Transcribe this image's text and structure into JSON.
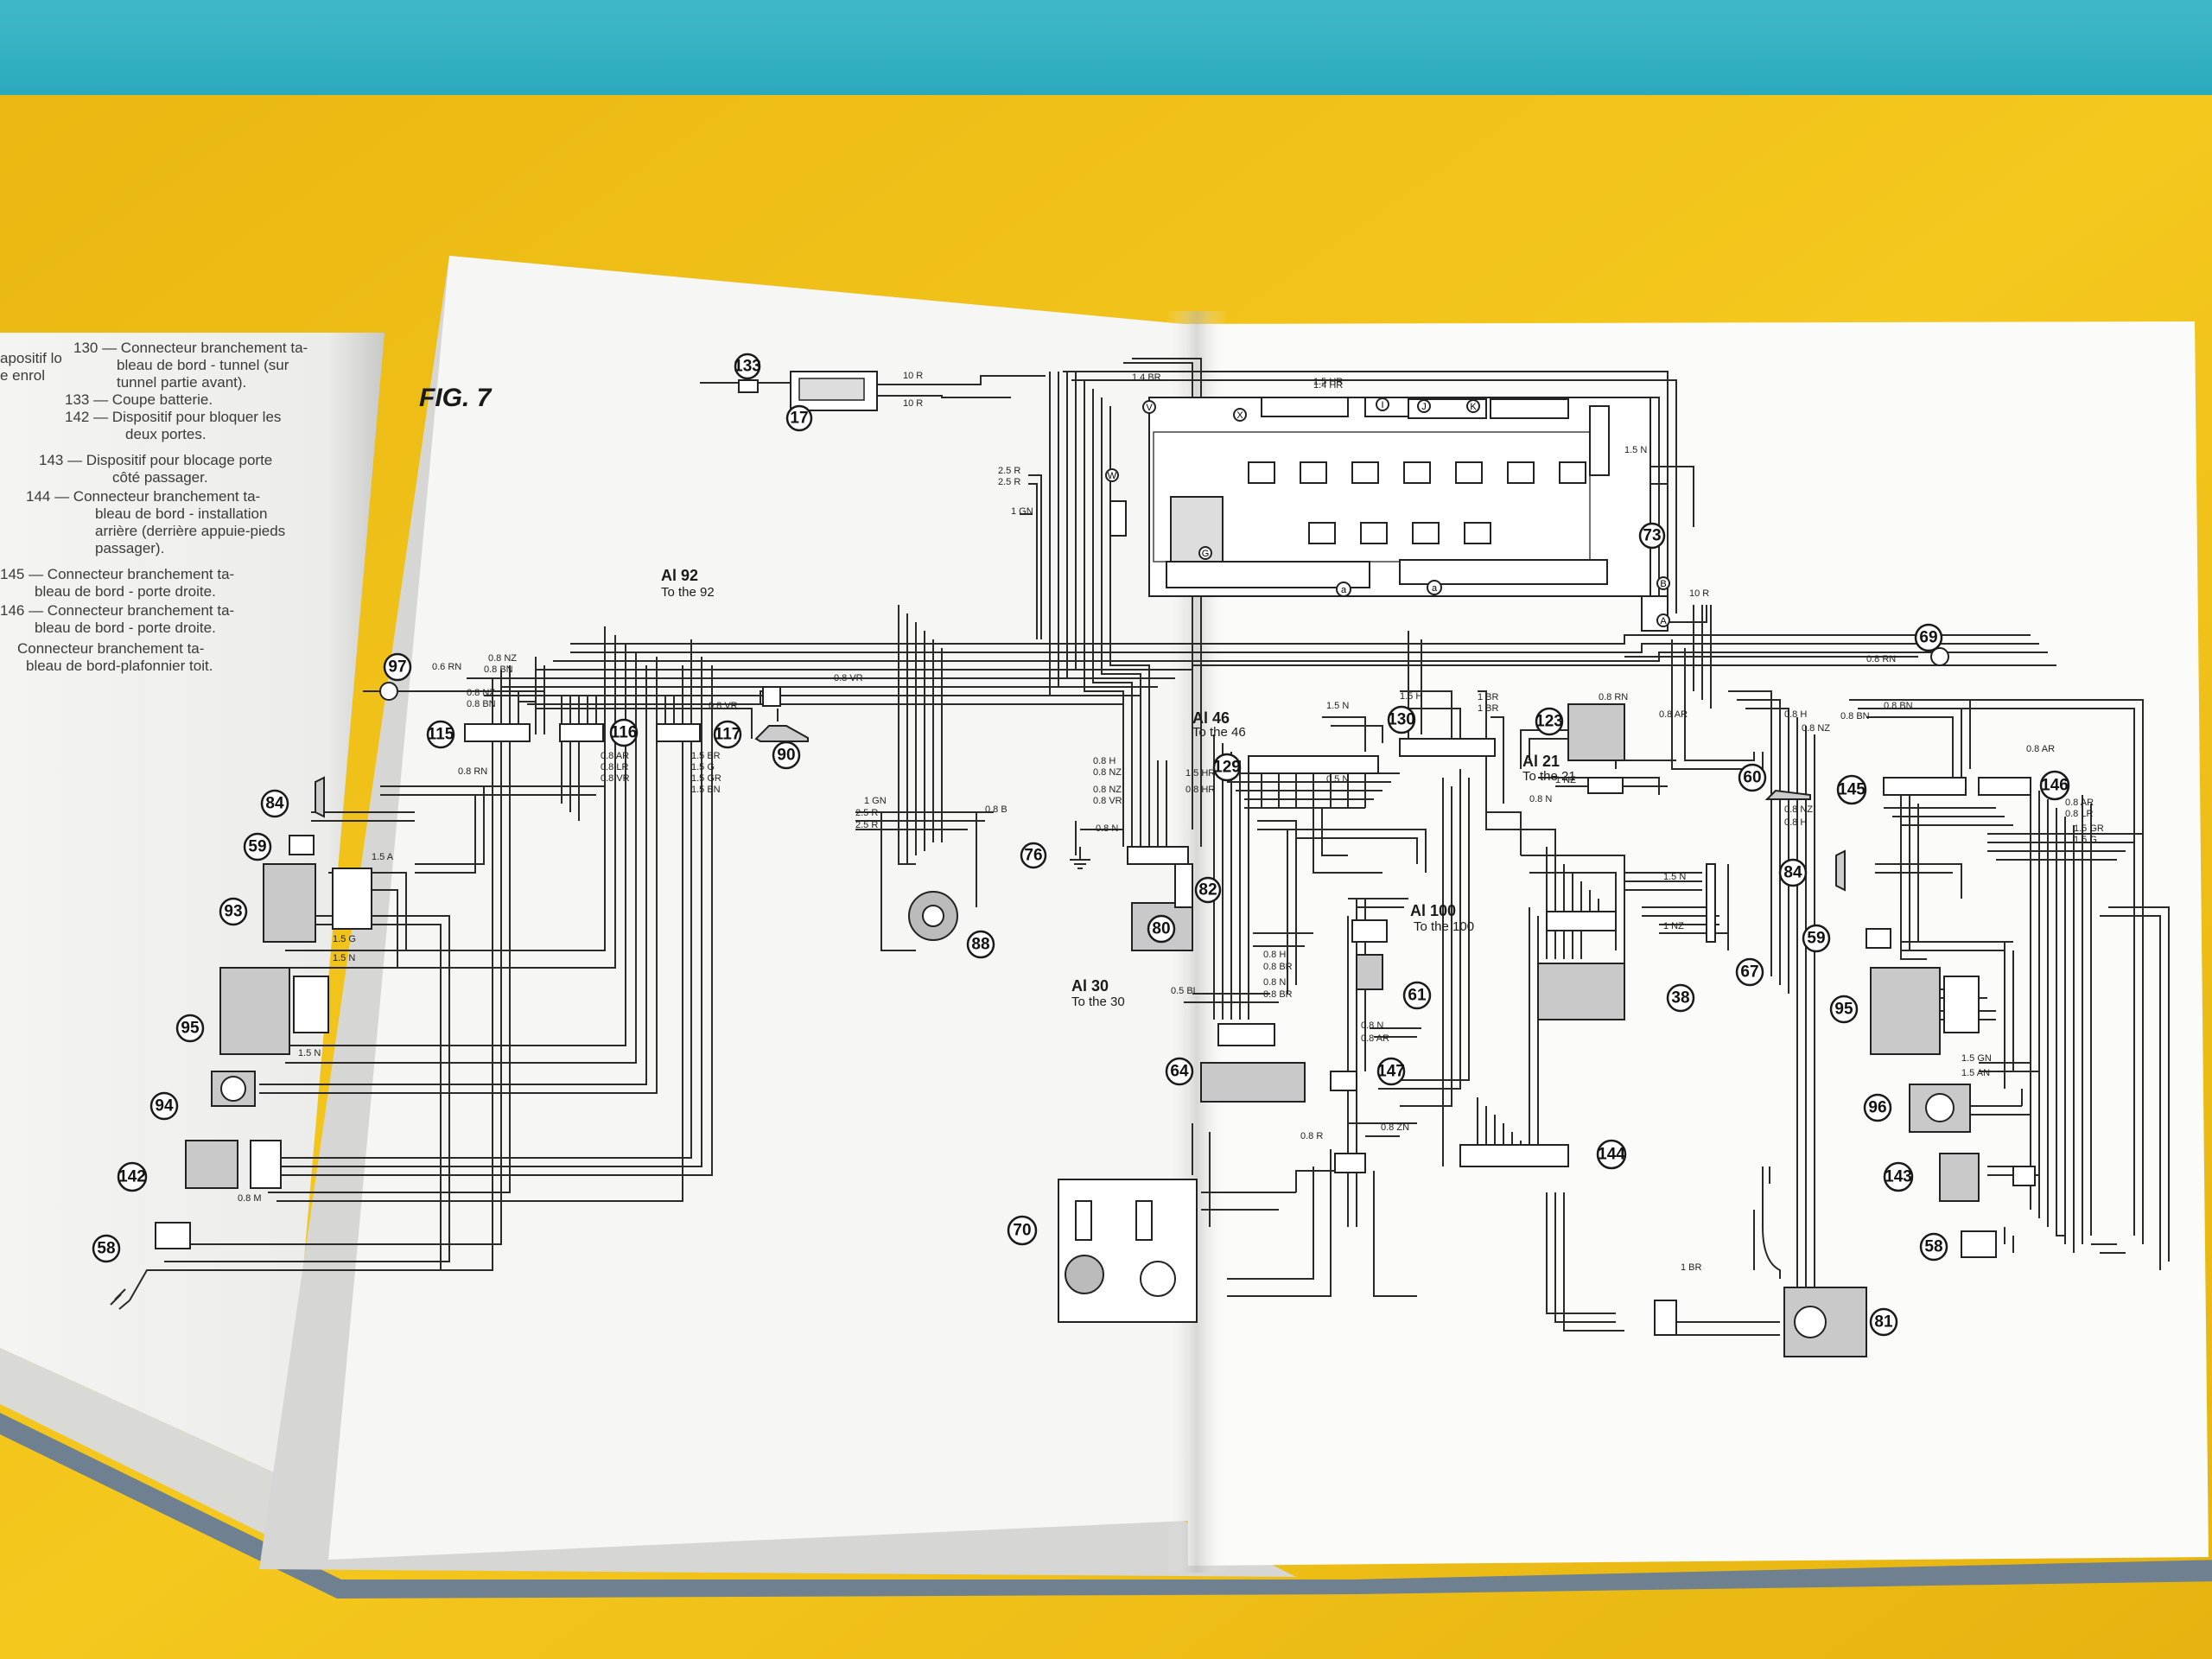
{
  "figure": {
    "label": "FIG. 7"
  },
  "legend": [
    "apositif lo",
    "e enrol",
    "130 — Connecteur branchement ta-",
    "bleau de bord - tunnel (sur",
    "tunnel partie avant).",
    "133 — Coupe batterie.",
    "142 — Dispositif pour bloquer les",
    "deux portes.",
    "143 — Dispositif pour blocage porte",
    "côté passager.",
    "144 — Connecteur branchement ta-",
    "bleau de bord - installation",
    "arrière (derrière appuie-pieds",
    "passager).",
    "145 — Connecteur branchement ta-",
    "bleau de bord - porte droite.",
    "146 — Connecteur branchement ta-",
    "bleau de bord - porte droite.",
    "Connecteur branchement ta-",
    "bleau de bord-plafonnier toit."
  ],
  "refs": [
    {
      "label": "Al 92",
      "sub": "To the 92"
    },
    {
      "label": "Al 46",
      "sub": "To the 46"
    },
    {
      "label": "Al 21",
      "sub": "To the 21"
    },
    {
      "label": "Al 100",
      "sub": "To the 100"
    },
    {
      "label": "Al 30",
      "sub": "To the 30"
    }
  ],
  "nodes": [
    "133",
    "17",
    "97",
    "115",
    "116",
    "117",
    "90",
    "84",
    "59",
    "93",
    "95",
    "94",
    "142",
    "58",
    "88",
    "76",
    "82",
    "80",
    "64",
    "70",
    "129",
    "130",
    "123",
    "61",
    "147",
    "144",
    "38",
    "67",
    "81",
    "69",
    "60",
    "145",
    "146",
    "84",
    "59",
    "95",
    "96",
    "143",
    "58",
    "73"
  ],
  "letters": [
    "V",
    "X",
    "I",
    "J",
    "K",
    "W",
    "G",
    "a",
    "a",
    "B",
    "A"
  ],
  "wire_labels": [
    "10 R",
    "10 R",
    "2.5 R",
    "2.5 R",
    "1 GN",
    "0.6 RN",
    "0.8 NZ",
    "0.8 BN",
    "0.8 NZ",
    "0.8 BN",
    "0.8 RN",
    "0.8 VR",
    "0.8 VR",
    "0.8 AR",
    "0.8 LR",
    "0.8 VR",
    "1.5 BR",
    "1.5 G",
    "1.5 GR",
    "1.5 BN",
    "1.5 A",
    "1.5 G",
    "1.5 N",
    "1.5 N",
    "0.8 M",
    "1 GN",
    "2.5 R",
    "2.5 R",
    "0.8 B",
    "0.8 N",
    "0.8 H",
    "0.8 NZ",
    "0.8 NZ",
    "0.8 VR",
    "1.5 HR",
    "0.8 HR",
    "1.5 H",
    "1.5 N",
    "0.5 N",
    "1 BR",
    "1 BR",
    "0.8 RN",
    "0.8 AR",
    "0.8 H",
    "0.8 NZ",
    "0.8 BN",
    "0.5 BL",
    "0.8 H",
    "0.8 BR",
    "0.8 N",
    "0.8 BR",
    "0.8 N",
    "0.8 AR",
    "0.8 R",
    "0.8 ZN",
    "1 BR",
    "1.5 N",
    "1 NZ",
    "0.8 RN",
    "0.8 NZ",
    "0.8 H",
    "0.8 BN",
    "0.8 AR",
    "1.5 GN",
    "1.5 AN",
    "1.5 G",
    "1.5 GR",
    "0.8 LR",
    "0.8 AR",
    "1.5 HR",
    "1.4 HR",
    "1.4 BR",
    "1 NZ",
    "0.8 N",
    "1.5 N",
    "10 R"
  ],
  "colors": {
    "desk": "#f2c21a",
    "paper": "#fafafa",
    "ink": "#1a1a1a",
    "component": "#c9c9c9",
    "cover": "#6f8191"
  }
}
